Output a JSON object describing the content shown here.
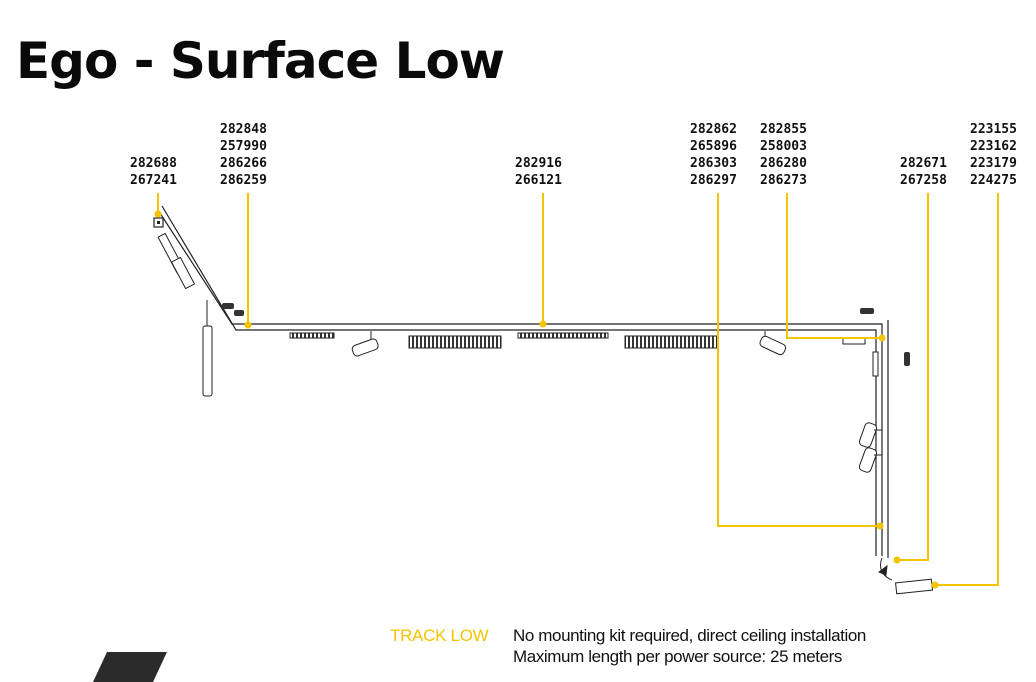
{
  "title": "Ego - Surface Low",
  "accent_color": "#f5c400",
  "line_color": "#222222",
  "codes": [
    {
      "id": "wall-box",
      "lines": [
        "282688",
        "267241"
      ]
    },
    {
      "id": "corner-connector",
      "lines": [
        "282848",
        "257990",
        "286266",
        "286259"
      ]
    },
    {
      "id": "track",
      "lines": [
        "282916",
        "266121"
      ]
    },
    {
      "id": "feed-a",
      "lines": [
        "282862",
        "265896",
        "286303",
        "286297"
      ]
    },
    {
      "id": "feed-b",
      "lines": [
        "282855",
        "258003",
        "286280",
        "286273"
      ]
    },
    {
      "id": "end-cap",
      "lines": [
        "282671",
        "267258"
      ]
    },
    {
      "id": "driver",
      "lines": [
        "223155",
        "223162",
        "223179",
        "224275"
      ]
    }
  ],
  "legend": {
    "label": "TRACK LOW",
    "line1": "No mounting kit required, direct ceiling installation",
    "line2": "Maximum length per power source: 25 meters"
  }
}
